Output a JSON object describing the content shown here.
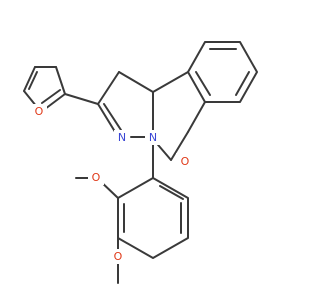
{
  "molecule": {
    "colors": {
      "bond": "#3a3a3a",
      "oxygen": "#e03a1a",
      "nitrogen": "#3a46d4",
      "background": "#ffffff"
    },
    "atom_labels": {
      "furan_o": "O",
      "ring_o": "O",
      "n_imine": "N",
      "n_ring": "N",
      "methoxy_o1": "O",
      "methoxy_o2": "O"
    }
  }
}
